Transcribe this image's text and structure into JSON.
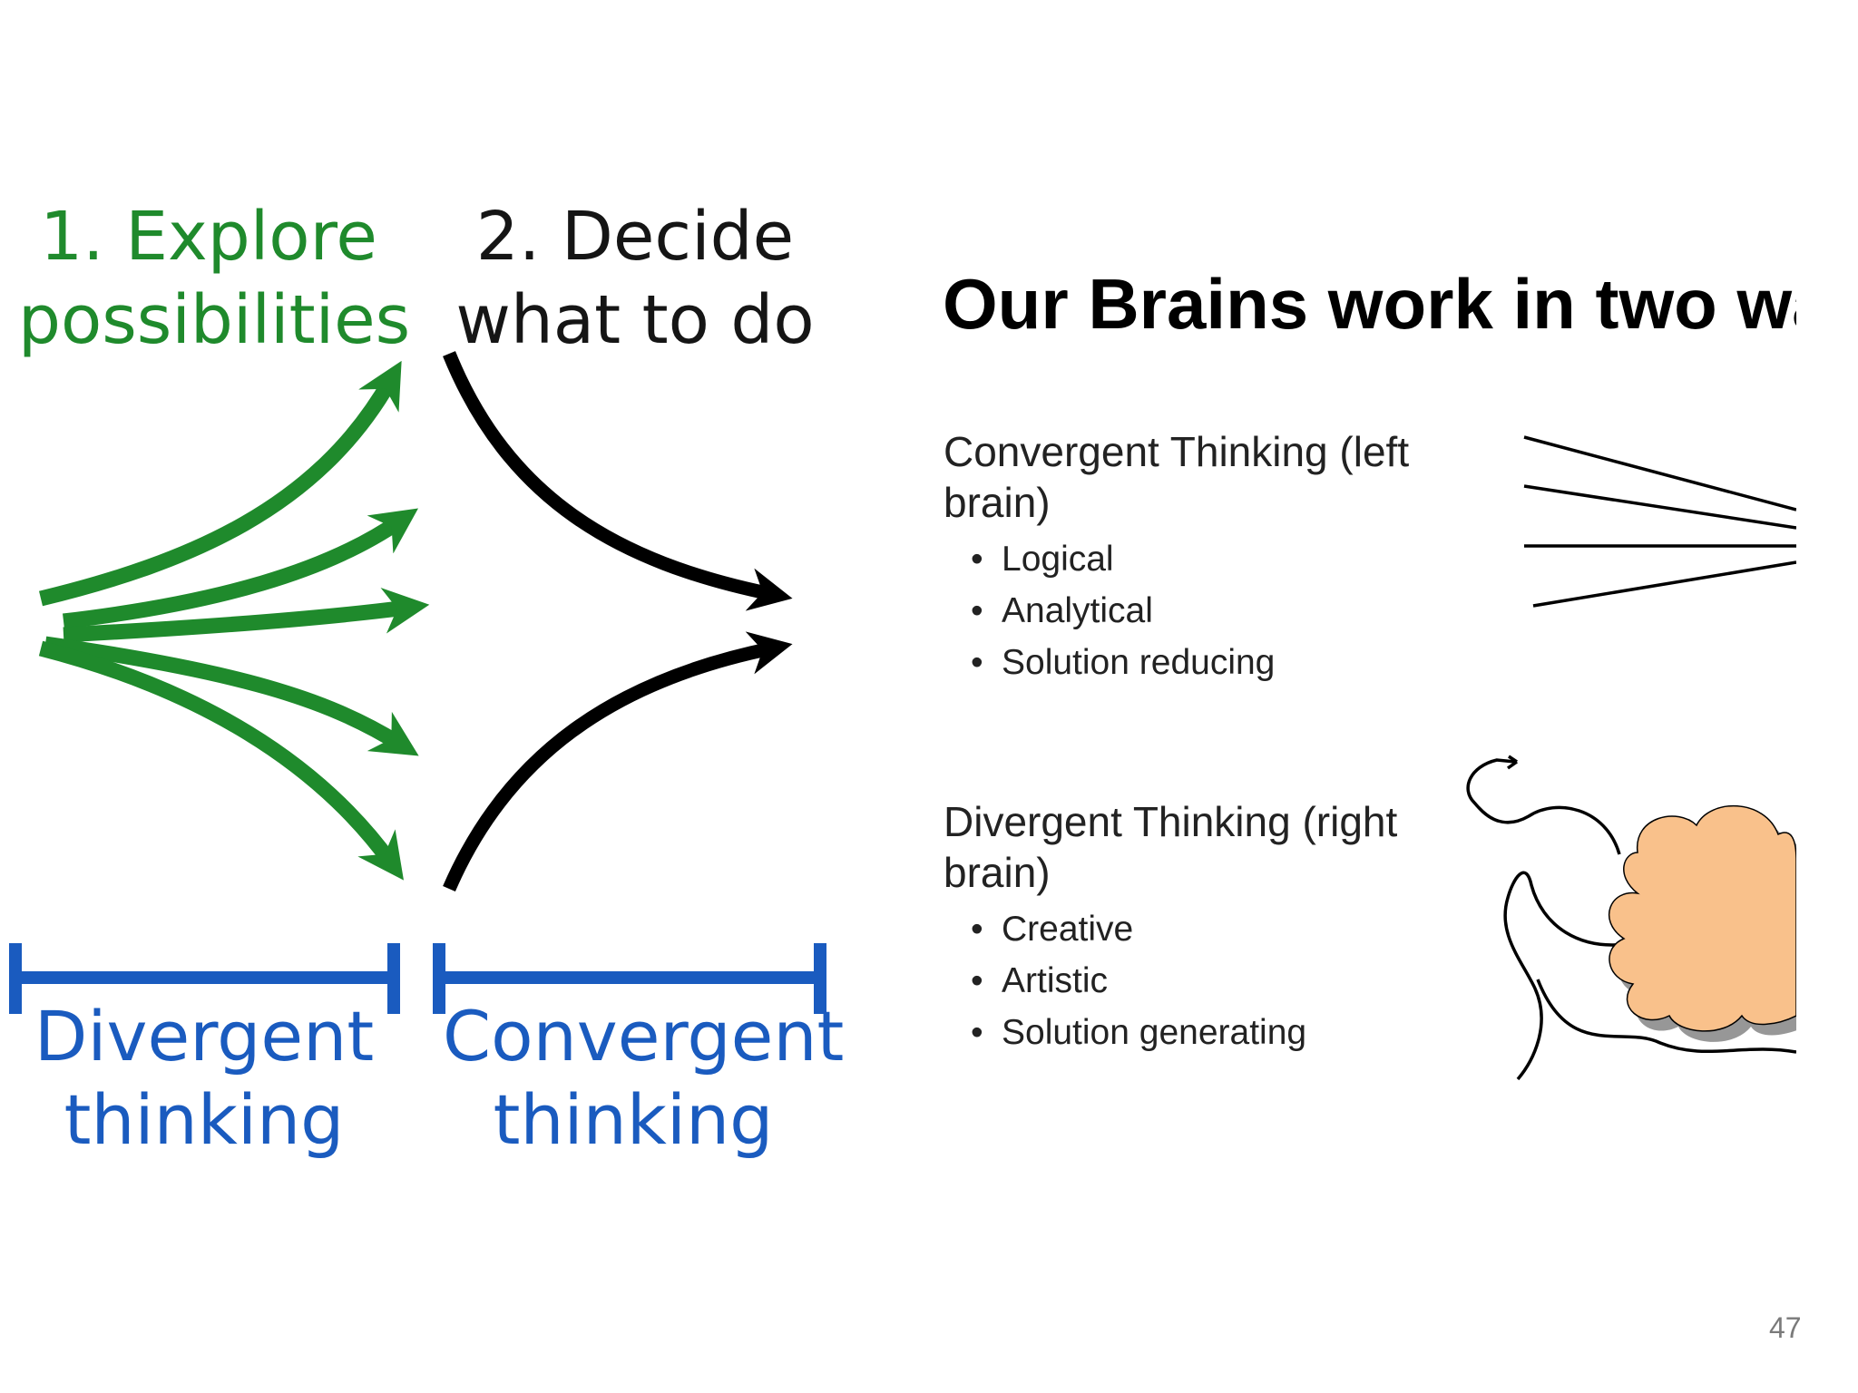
{
  "left": {
    "explore": {
      "line1": "1. Explore",
      "line2": "possibilities"
    },
    "decide": {
      "line1": "2. Decide",
      "line2": "what to do"
    },
    "divergent": {
      "line1": "Divergent",
      "line2": "thinking"
    },
    "convergent": {
      "line1": "Convergent",
      "line2": "thinking"
    }
  },
  "right": {
    "title": "Our Brains work in two way",
    "convergent": {
      "heading_line1": "Convergent Thinking (left",
      "heading_line2": "brain)",
      "bullets": [
        "Logical",
        "Analytical",
        "Solution reducing"
      ]
    },
    "divergent": {
      "heading_line1": "Divergent Thinking (right",
      "heading_line2": "brain)",
      "bullets": [
        "Creative",
        "Artistic",
        "Solution generating"
      ]
    }
  },
  "page_number": "47",
  "colors": {
    "green": "#1f8a2c",
    "blue": "#1a5bbf",
    "cloud": "#f9c18b"
  }
}
